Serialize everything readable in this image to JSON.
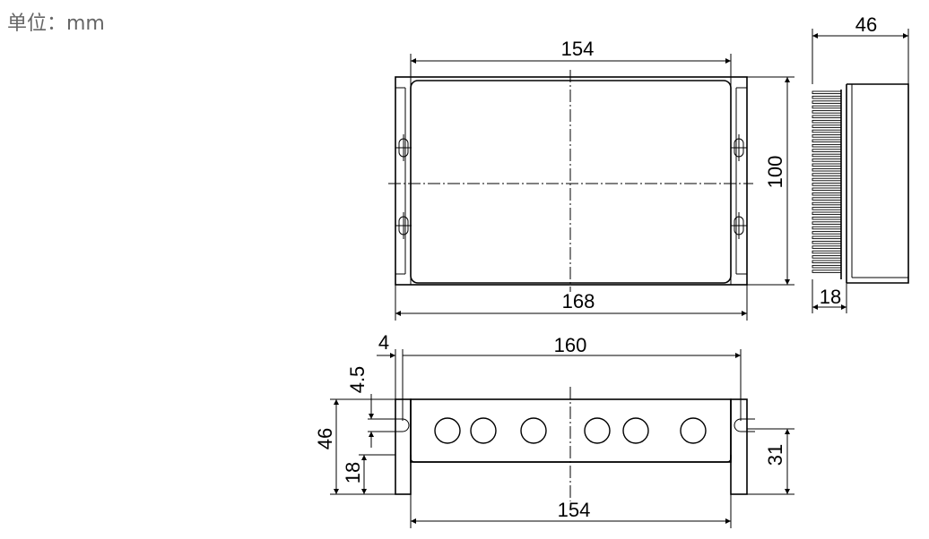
{
  "unit_label": "单位：mm",
  "dimensions": {
    "top_width_inner": "154",
    "top_width_outer": "168",
    "top_height": "100",
    "side_width": "46",
    "side_fin_depth": "18",
    "front_slot_offset": "4",
    "front_width": "160",
    "front_slot_height": "4.5",
    "front_height": "46",
    "front_flange": "18",
    "front_body_height": "31",
    "front_bottom_width": "154"
  }
}
